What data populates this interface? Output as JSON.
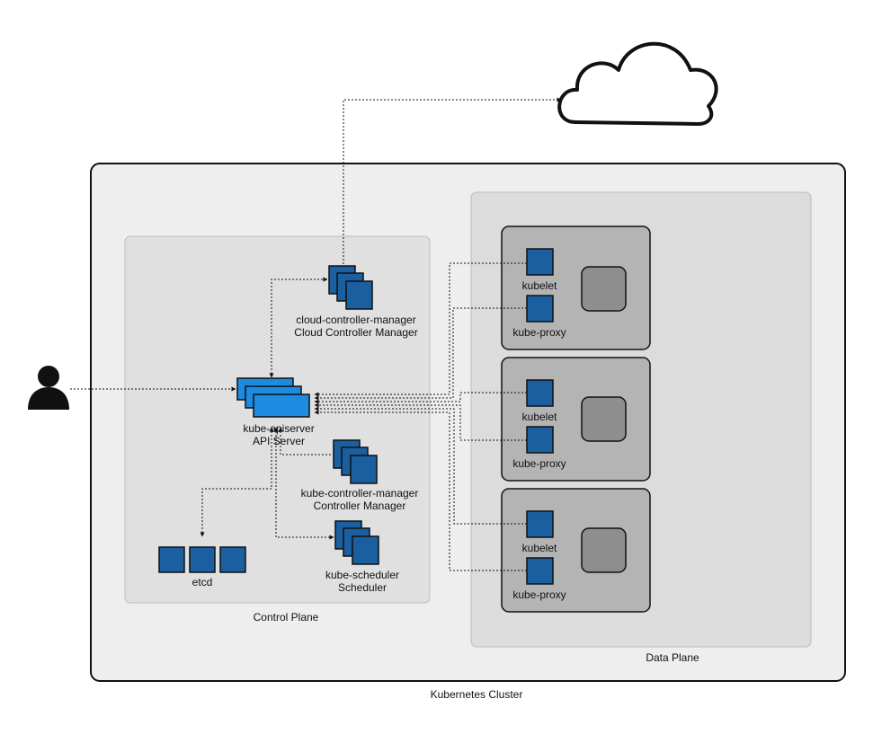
{
  "cluster": {
    "label": "Kubernetes Cluster"
  },
  "control_plane": {
    "label": "Control Plane",
    "cloud_controller_manager": {
      "name": "cloud-controller-manager",
      "desc": "Cloud Controller Manager"
    },
    "api_server": {
      "name": "kube-apiserver",
      "desc": "API Server"
    },
    "controller_manager": {
      "name": "kube-controller-manager",
      "desc": "Controller Manager"
    },
    "scheduler": {
      "name": "kube-scheduler",
      "desc": "Scheduler"
    },
    "etcd": {
      "name": "etcd"
    }
  },
  "data_plane": {
    "label": "Data Plane",
    "nodes": [
      {
        "kubelet": "kubelet",
        "proxy": "kube-proxy"
      },
      {
        "kubelet": "kubelet",
        "proxy": "kube-proxy"
      },
      {
        "kubelet": "kubelet",
        "proxy": "kube-proxy"
      }
    ]
  },
  "icons": {
    "cloud": "cloud-icon",
    "user": "user-icon"
  },
  "colors": {
    "component_dark": "#1a5fa0",
    "component_api": "#1c8be0",
    "node_bg": "#b4b4b4",
    "pod": "#8e8e8e"
  }
}
